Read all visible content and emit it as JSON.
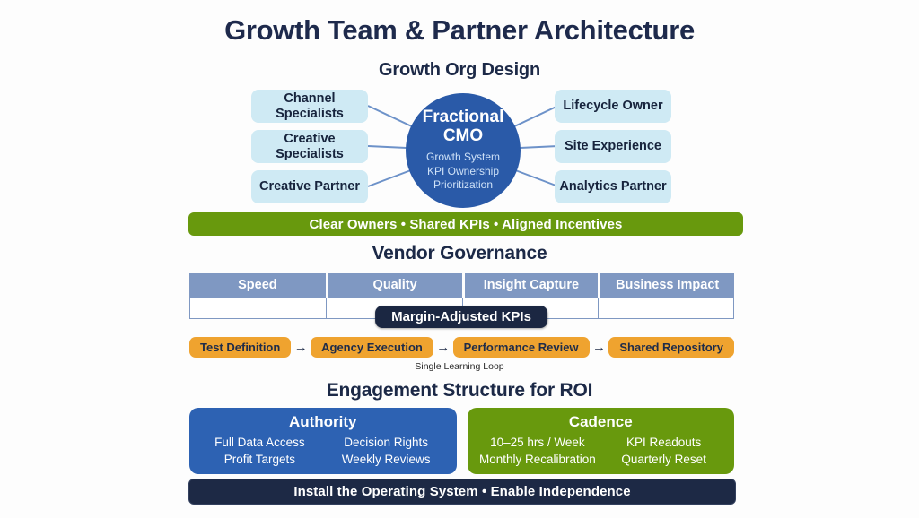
{
  "title": "Growth Team & Partner Architecture",
  "org": {
    "title": "Growth Org Design",
    "hub": {
      "line1": "Fractional",
      "line2": "CMO",
      "items": [
        "Growth System",
        "KPI Ownership",
        "Prioritization"
      ]
    },
    "left": [
      "Channel Specialists",
      "Creative Specialists",
      "Creative Partner"
    ],
    "right": [
      "Lifecycle Owner",
      "Site Experience",
      "Analytics Partner"
    ],
    "banner": "Clear Owners • Shared KPIs • Aligned Incentives"
  },
  "governance": {
    "title": "Vendor Governance",
    "columns": [
      "Speed",
      "Quality",
      "Insight Capture",
      "Business Impact"
    ],
    "overlay": "Margin-Adjusted KPIs",
    "flow": [
      "Test Definition",
      "Agency Execution",
      "Performance Review",
      "Shared Repository"
    ],
    "arrow": "→",
    "flow_caption": "Single Learning Loop"
  },
  "engagement": {
    "title": "Engagement Structure for ROI",
    "cards": [
      {
        "title": "Authority",
        "items": [
          "Full Data Access",
          "Decision Rights",
          "Profit Targets",
          "Weekly Reviews"
        ]
      },
      {
        "title": "Cadence",
        "items": [
          "10–25 hrs / Week",
          "KPI Readouts",
          "Monthly Recalibration",
          "Quarterly Reset"
        ]
      }
    ],
    "banner": "Install the Operating System • Enable Independence"
  },
  "colors": {
    "navy_text": "#1e2a4c",
    "hub_blue": "#2a5aa8",
    "light_cyan": "#cfeaf4",
    "olive_green": "#68990d",
    "table_header_blue": "#7f98c2",
    "orange": "#efa32f",
    "authority_blue": "#2d62b3",
    "dark_navy": "#1d2945"
  }
}
